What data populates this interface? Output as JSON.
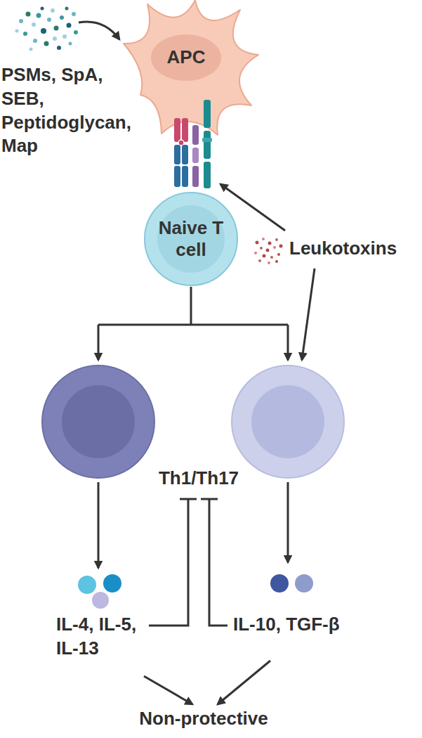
{
  "diagram": {
    "nodes": [
      {
        "text": [
          "APC"
        ]
      },
      {
        "text": [
          "Naive T cell"
        ]
      }
    ],
    "labels": [
      "PSMs, SpA, SEB, Peptidoglycan, Map",
      "Leukotoxins",
      "Th1/Th17",
      "IL-4, IL-5, IL-13",
      "IL-10, TGF-β",
      "Non-protective"
    ]
  }
}
